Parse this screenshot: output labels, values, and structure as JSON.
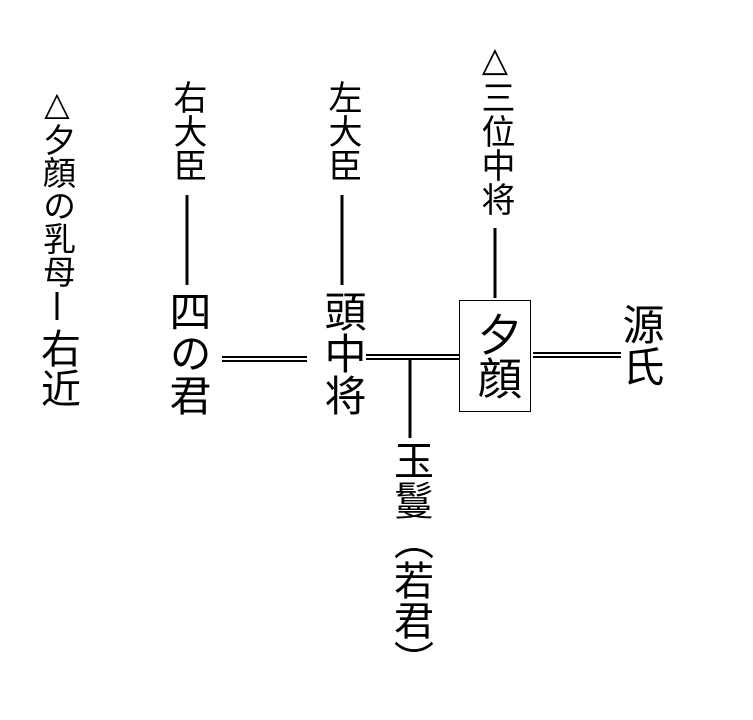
{
  "nodes": {
    "yugao_menoto": "△夕顔の乳母",
    "ukon": "右近",
    "udaijin": "右大臣",
    "shi_no_kimi": "四の君",
    "sadaijin": "左大臣",
    "to_no_chujo": "頭中将",
    "sanmi_chujo": "△三位中将",
    "yugao": "夕顔",
    "genji": "源氏",
    "tamakazura": "玉鬘（若君）"
  }
}
